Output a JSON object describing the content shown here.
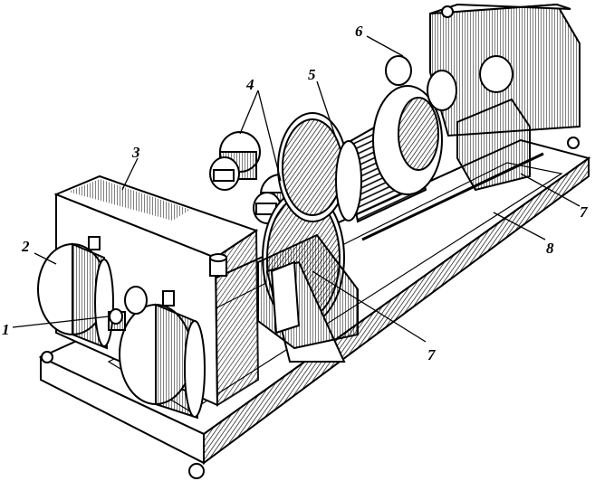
{
  "figure": {
    "callouts": [
      {
        "id": "c1",
        "label": "1"
      },
      {
        "id": "c2",
        "label": "2"
      },
      {
        "id": "c3",
        "label": "3"
      },
      {
        "id": "c4",
        "label": "4"
      },
      {
        "id": "c5",
        "label": "5"
      },
      {
        "id": "c6",
        "label": "6"
      },
      {
        "id": "c7a",
        "label": "7"
      },
      {
        "id": "c7b",
        "label": "7"
      },
      {
        "id": "c8",
        "label": "8"
      }
    ],
    "colors": {
      "ink": "#000000",
      "paper": "#ffffff",
      "shade": "#d9d9d9"
    }
  }
}
